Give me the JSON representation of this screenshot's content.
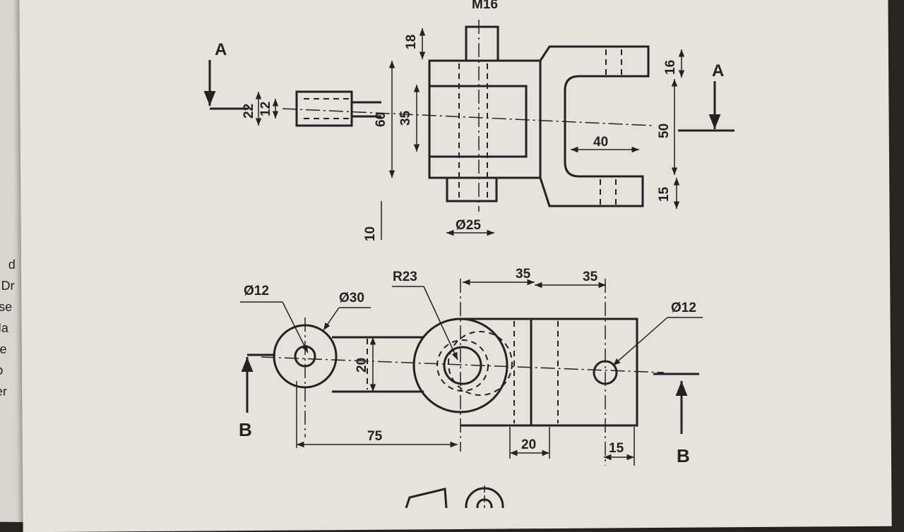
{
  "drawing": {
    "front_view": {
      "dims": {
        "thread": "M16",
        "stud_len": "18",
        "left_outer": "22",
        "left_inner": "12",
        "block_height": "60",
        "boss_height": "35",
        "base_offset": "10",
        "boss_dia": "Ø25",
        "slot_depth": "40",
        "fork_top": "16",
        "fork_gap": "50",
        "fork_bottom": "15"
      },
      "section_marks": {
        "left": "A",
        "right": "A"
      }
    },
    "top_view": {
      "dims": {
        "hole_left": "Ø12",
        "boss_left": "Ø30",
        "radius": "R23",
        "spacing_1": "35",
        "spacing_2": "35",
        "hole_right": "Ø12",
        "arm_width": "20",
        "center_dist": "75",
        "rib_width": "20",
        "edge_hole": "15"
      },
      "section_marks": {
        "left": "B",
        "right": "B"
      }
    },
    "underlying_page_fragments": [
      "d",
      "Dr",
      "Use",
      "Ma",
      "rite",
      "ap",
      "ber"
    ]
  },
  "colors": {
    "paper": "#e6e3dd",
    "ink": "#222222",
    "background": "#2a2522"
  }
}
